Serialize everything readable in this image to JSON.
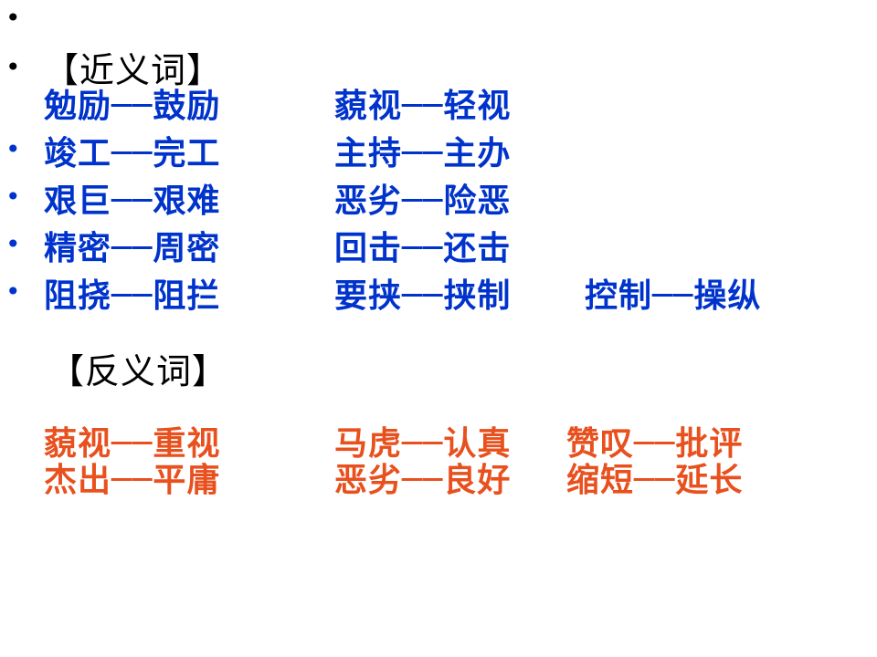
{
  "slide": {
    "synonyms": {
      "title": "【近义词】",
      "col1": [
        "勉励──鼓励",
        "竣工──完工",
        "艰巨──艰难",
        "精密──周密",
        "阻挠──阻拦"
      ],
      "col2": [
        "藐视──轻视",
        "主持──主办",
        "恶劣──险恶",
        "回击──还击",
        "要挟──挟制"
      ],
      "col3": [
        "控制──操纵"
      ]
    },
    "antonyms": {
      "title": "【反义词】",
      "col1": [
        "藐视──重视",
        "杰出──平庸"
      ],
      "col2": [
        "马虎──认真",
        "恶劣──良好"
      ],
      "col3": [
        "赞叹──批评",
        "缩短──延长"
      ]
    },
    "colors": {
      "synonym_text": "#0033cc",
      "antonym_text": "#e8501e",
      "heading_text": "#000000",
      "bullet_black": "#000000",
      "bullet_blue": "#0033cc"
    }
  }
}
